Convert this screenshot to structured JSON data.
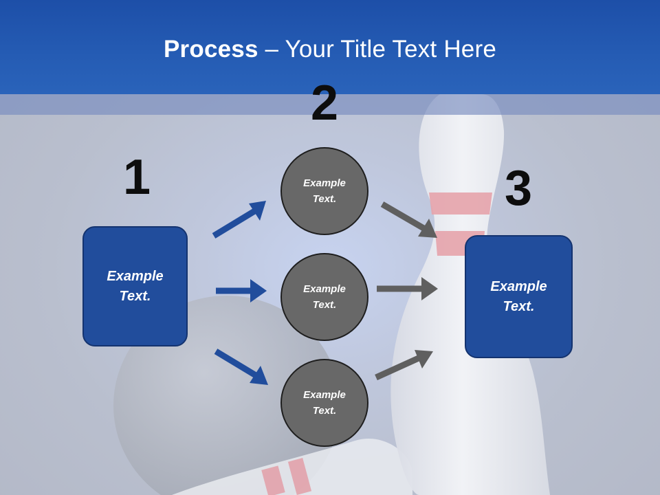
{
  "slide": {
    "title_bold": "Process",
    "title_rest": " – Your Title Text Here"
  },
  "steps": {
    "step1_number": "1",
    "step2_number": "2",
    "step3_number": "3"
  },
  "boxes": {
    "left_text": "Example\nText.",
    "right_text": "Example\nText."
  },
  "circles": {
    "top_text": "Example\nText.",
    "middle_text": "Example\nText.",
    "bottom_text": "Example\nText."
  },
  "colors": {
    "title_bar": "#255cb4",
    "box_fill": "#214d9c",
    "circle_fill": "#686868",
    "blue_arrow": "#214d9c",
    "gray_arrow": "#5f5f5f"
  }
}
